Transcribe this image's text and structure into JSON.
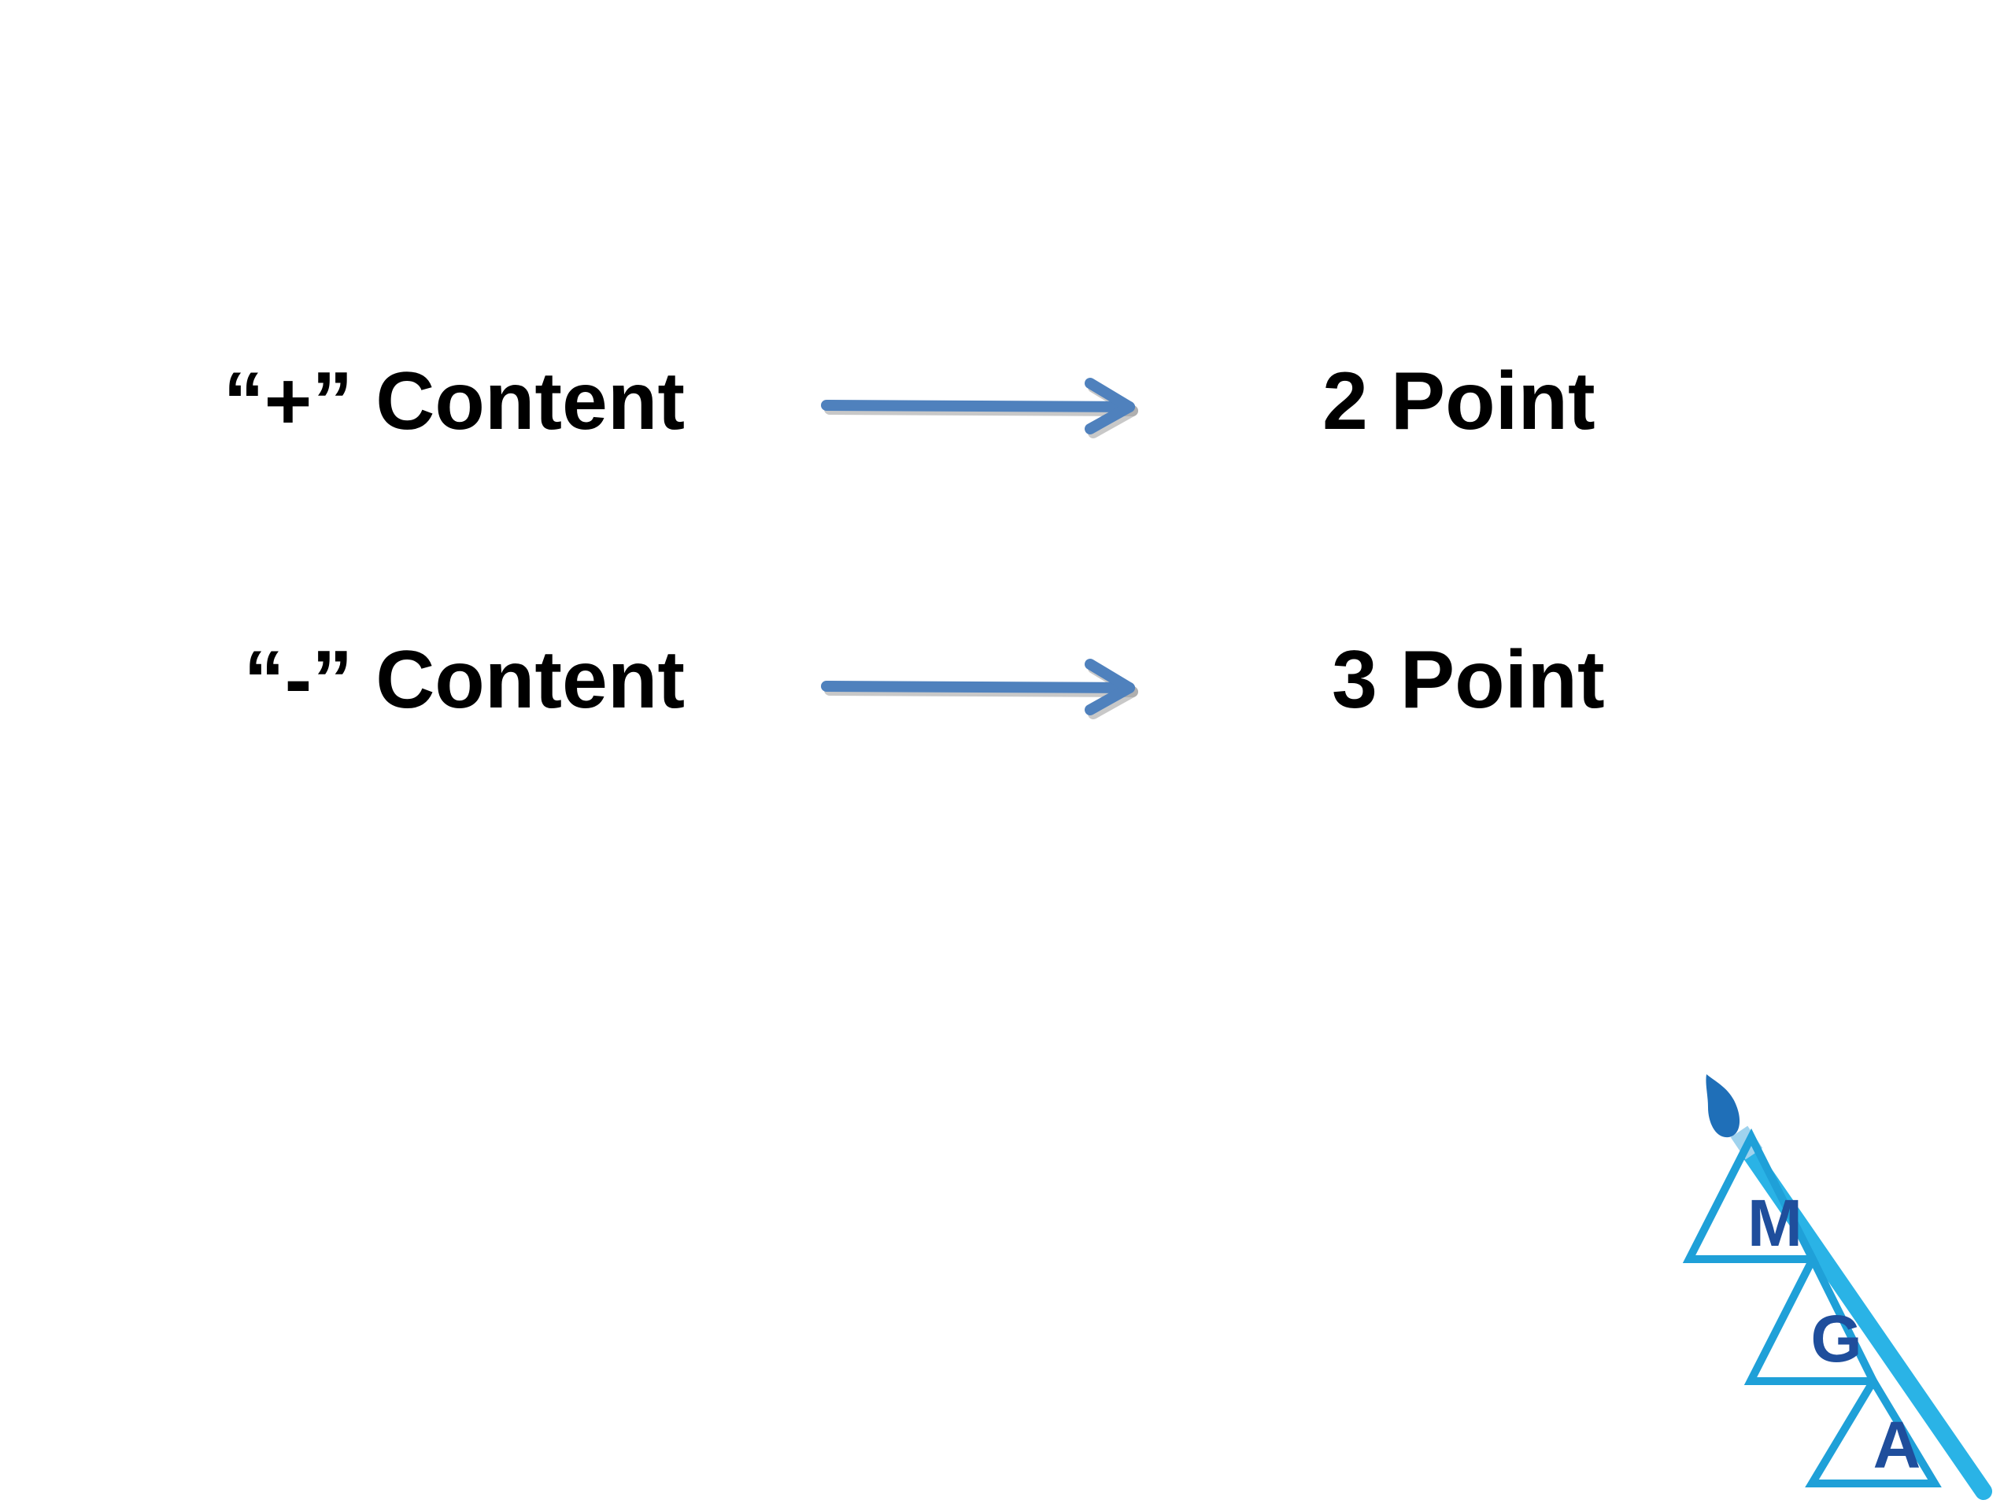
{
  "rows": [
    {
      "content": "“+” Content",
      "points": "2 Point"
    },
    {
      "content": "“-” Content",
      "points": "3 Point"
    }
  ],
  "arrow_icon": "right-arrow-icon",
  "logo": {
    "letters": [
      "M",
      "G",
      "A"
    ],
    "icon": "paintbrush-triangle-logo"
  },
  "colors": {
    "arrow": "#4f81bd",
    "arrow_shadow": "#9a9a9a",
    "logo_triangle": "#1fa0d8",
    "logo_brush": "#2ab3e6",
    "logo_letters": "#1f4e9c",
    "text": "#000000",
    "background": "#ffffff"
  }
}
